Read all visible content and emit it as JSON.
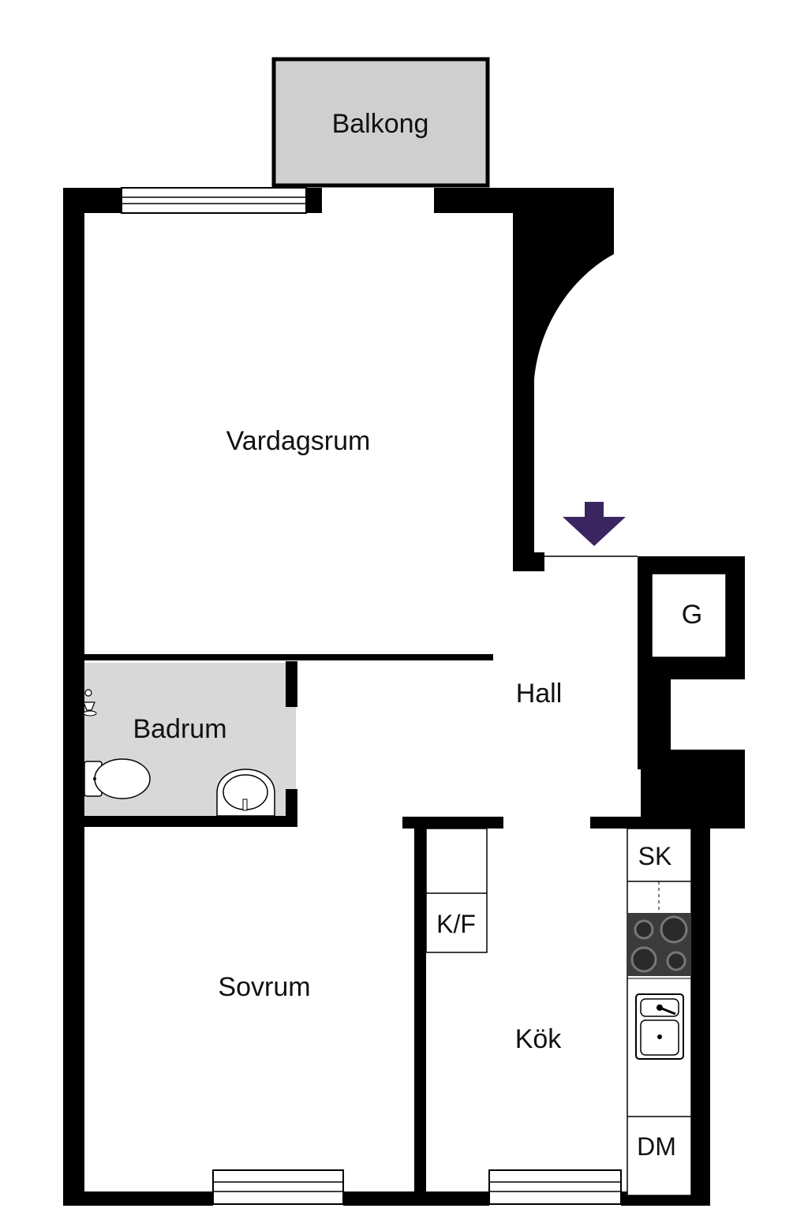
{
  "rooms": {
    "balcony": "Balkong",
    "living_room": "Vardagsrum",
    "hall": "Hall",
    "wardrobe": "G",
    "bathroom": "Badrum",
    "bedroom": "Sovrum",
    "kitchen": "Kök"
  },
  "fixtures": {
    "fridge_freezer": "K/F",
    "cabinet": "SK",
    "dishwasher": "DM"
  },
  "icons": {
    "entrance": "entrance-arrow-icon",
    "toilet": "toilet-icon",
    "washbasin": "washbasin-icon",
    "shower": "shower-icon",
    "stove": "stove-icon",
    "sink": "kitchen-sink-icon"
  },
  "colors": {
    "wall": "#000000",
    "wet_room_floor": "#d8d8d8",
    "balcony_floor": "#cfcfcf",
    "entrance_arrow": "#3a2560",
    "stove_top": "#3c3c3c",
    "background": "#ffffff"
  }
}
